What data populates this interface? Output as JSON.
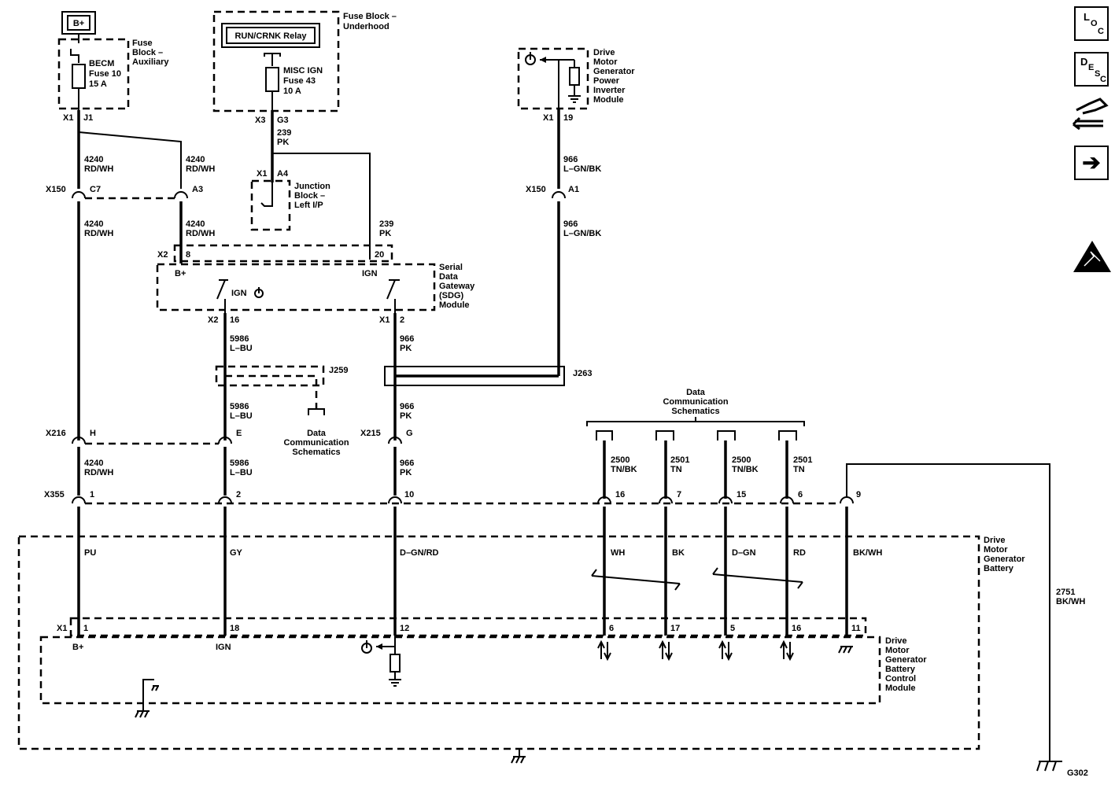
{
  "b_plus": "B+",
  "fuse_aux": {
    "title": [
      "Fuse",
      "Block –",
      "Auxiliary"
    ],
    "fuse": [
      "BECM",
      "Fuse 10",
      "15 A"
    ]
  },
  "fuse_under": {
    "title": [
      "Fuse Block –",
      "Underhood"
    ],
    "relay": "RUN/CRNK Relay",
    "fuse": [
      "MISC IGN",
      "Fuse 43",
      "10 A"
    ]
  },
  "junction": {
    "title": [
      "Junction",
      "Block –",
      "Left I/P"
    ]
  },
  "inverter": {
    "title": [
      "Drive",
      "Motor",
      "Generator",
      "Power",
      "Inverter",
      "Module"
    ]
  },
  "sdg": {
    "title": [
      "Serial",
      "Data",
      "Gateway",
      "(SDG)",
      "Module"
    ],
    "bplus": "B+",
    "ign": "IGN",
    "ign2": "IGN"
  },
  "dcs": {
    "left": [
      "Data",
      "Communication",
      "Schematics"
    ],
    "right": [
      "Data",
      "Communication",
      "Schematics"
    ]
  },
  "battery": {
    "title": [
      "Drive",
      "Motor",
      "Generator",
      "Battery"
    ]
  },
  "bcm": {
    "title": [
      "Drive",
      "Motor",
      "Generator",
      "Battery",
      "Control",
      "Module"
    ],
    "bplus": "B+",
    "ign": "IGN"
  },
  "labels": {
    "x1a": "X1",
    "j1": "J1",
    "x3": "X3",
    "g3": "G3",
    "x1b": "X1",
    "a4": "A4",
    "x1c": "X1",
    "p19": "19",
    "w4240a": [
      "4240",
      "RD/WH"
    ],
    "w4240b": [
      "4240",
      "RD/WH"
    ],
    "w239a": [
      "239",
      "PK"
    ],
    "w966a": [
      "966",
      "L–GN/BK"
    ],
    "x150a": "X150",
    "c7": "C7",
    "a3": "A3",
    "x150b": "X150",
    "a1": "A1",
    "w4240c": [
      "4240",
      "RD/WH"
    ],
    "w4240d": [
      "4240",
      "RD/WH"
    ],
    "w239b": [
      "239",
      "PK"
    ],
    "w966b": [
      "966",
      "L–GN/BK"
    ],
    "x2a": "X2",
    "p8": "8",
    "p20": "20",
    "x2b": "X2",
    "p16": "16",
    "x1d": "X1",
    "p2": "2",
    "w5986a": [
      "5986",
      "L–BU"
    ],
    "w966c": [
      "966",
      "PK"
    ],
    "j259": "J259",
    "j263": "J263",
    "w5986b": [
      "5986",
      "L–BU"
    ],
    "w966d": [
      "966",
      "PK"
    ],
    "x216": "X216",
    "h": "H",
    "e": "E",
    "x215": "X215",
    "g": "G",
    "w4240e": [
      "4240",
      "RD/WH"
    ],
    "w5986c": [
      "5986",
      "L–BU"
    ],
    "w966e": [
      "966",
      "PK"
    ],
    "x355": "X355",
    "c1": "1",
    "c2": "2",
    "c10": "10",
    "c16": "16",
    "c7b": "7",
    "c15": "15",
    "c6": "6",
    "c9": "9",
    "w2500a": [
      "2500",
      "TN/BK"
    ],
    "w2501a": [
      "2501",
      "TN"
    ],
    "w2500b": [
      "2500",
      "TN/BK"
    ],
    "w2501b": [
      "2501",
      "TN"
    ],
    "pu": "PU",
    "gy": "GY",
    "dgnrd": "D–GN/RD",
    "wh": "WH",
    "bk": "BK",
    "dgn": "D–GN",
    "rd": "RD",
    "bkwh": "BK/WH",
    "w2751": [
      "2751",
      "BK/WH"
    ],
    "x1e": "X1",
    "m1": "1",
    "m18": "18",
    "m12": "12",
    "m6": "6",
    "m17": "17",
    "m5": "5",
    "m16": "16",
    "m11": "11",
    "g302": "G302"
  },
  "nav": {
    "loc": [
      "L",
      "O",
      "C"
    ],
    "desc": [
      "D",
      "E",
      "S",
      "C"
    ],
    "next": "➔"
  }
}
